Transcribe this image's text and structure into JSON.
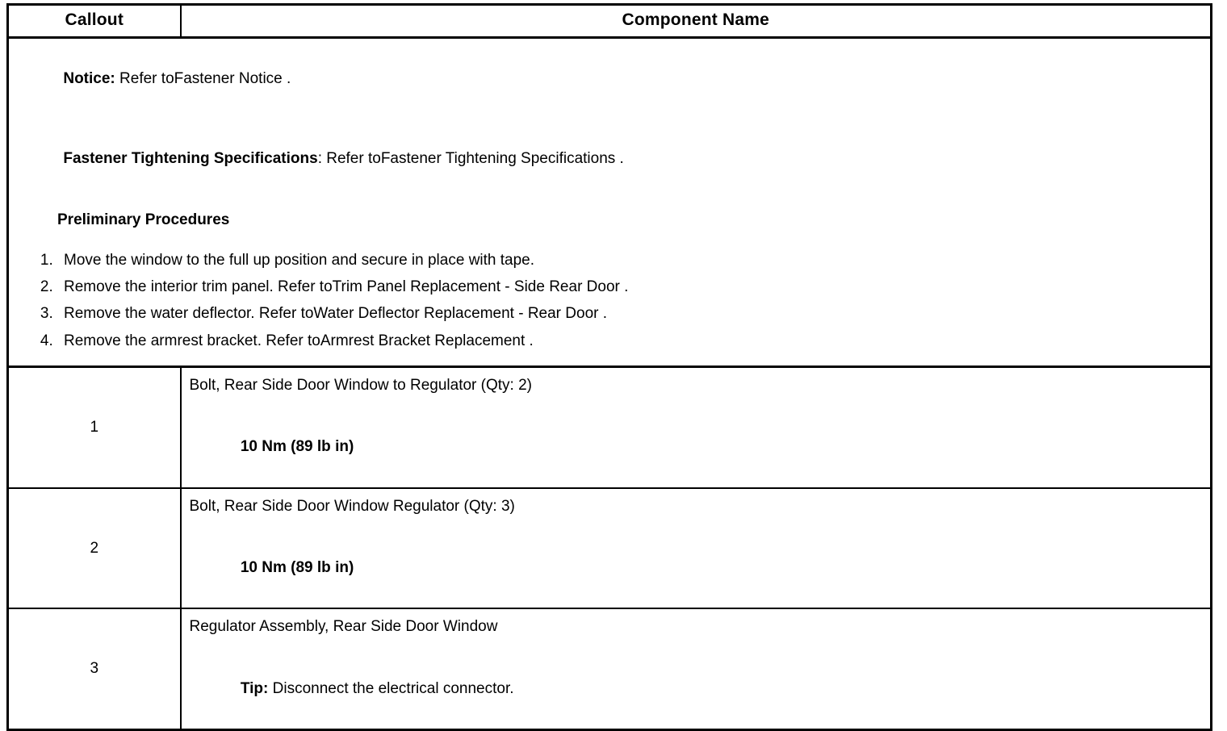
{
  "table": {
    "headers": {
      "callout": "Callout",
      "component_name": "Component Name"
    },
    "notes": [
      {
        "label": "Notice:",
        "text": " Refer toFastener Notice ."
      },
      {
        "label": "Fastener Tightening Specifications",
        "text": ": Refer toFastener Tightening Specifications ."
      }
    ],
    "preliminary": {
      "heading": "Preliminary Procedures",
      "steps": [
        "Move the window to the full up position and secure in place with tape.",
        "Remove the interior trim panel. Refer toTrim Panel Replacement - Side Rear Door .",
        "Remove the water deflector. Refer toWater Deflector Replacement - Rear Door .",
        "Remove the armrest bracket. Refer toArmrest Bracket Replacement ."
      ]
    },
    "rows": [
      {
        "callout": "1",
        "name": "Bolt, Rear Side Door Window to Regulator (Qty: 2)",
        "secondary_label": "",
        "secondary_text": "10 Nm (89 lb in)",
        "secondary_style": "bold"
      },
      {
        "callout": "2",
        "name": "Bolt, Rear Side Door Window Regulator (Qty: 3)",
        "secondary_label": "",
        "secondary_text": "10 Nm (89 lb in)",
        "secondary_style": "bold"
      },
      {
        "callout": "3",
        "name": "Regulator Assembly, Rear Side Door Window",
        "secondary_label": "Tip:",
        "secondary_text": " Disconnect the electrical connector.",
        "secondary_style": "label-bold"
      }
    ]
  },
  "colors": {
    "border": "#000000",
    "text": "#000000",
    "background": "#ffffff"
  }
}
